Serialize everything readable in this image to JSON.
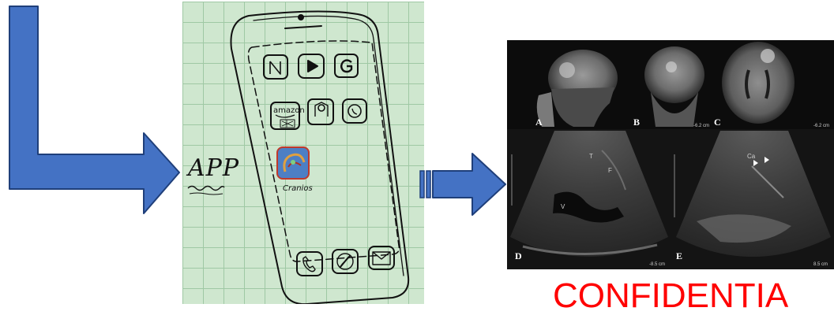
{
  "sketch": {
    "app_label": "APP",
    "amazon_label": "amazon",
    "cranios_label": "Cranios"
  },
  "medical_panel": {
    "panel_labels": [
      "A",
      "B",
      "C",
      "D",
      "E"
    ],
    "ultrasound_labels": {
      "t": "T",
      "f": "F",
      "v": "V",
      "ca": "Ca"
    },
    "scale_labels": [
      "-6.2 cm",
      "-6.2 cm",
      "-8.5 cm",
      "8.5 cm"
    ]
  },
  "watermark": "CONFIDENTIA",
  "colors": {
    "arrow_fill": "#4472c4",
    "arrow_stroke": "#1f3f7a",
    "sketch_bg": "#cfe7cf",
    "watermark": "#ff0000"
  }
}
